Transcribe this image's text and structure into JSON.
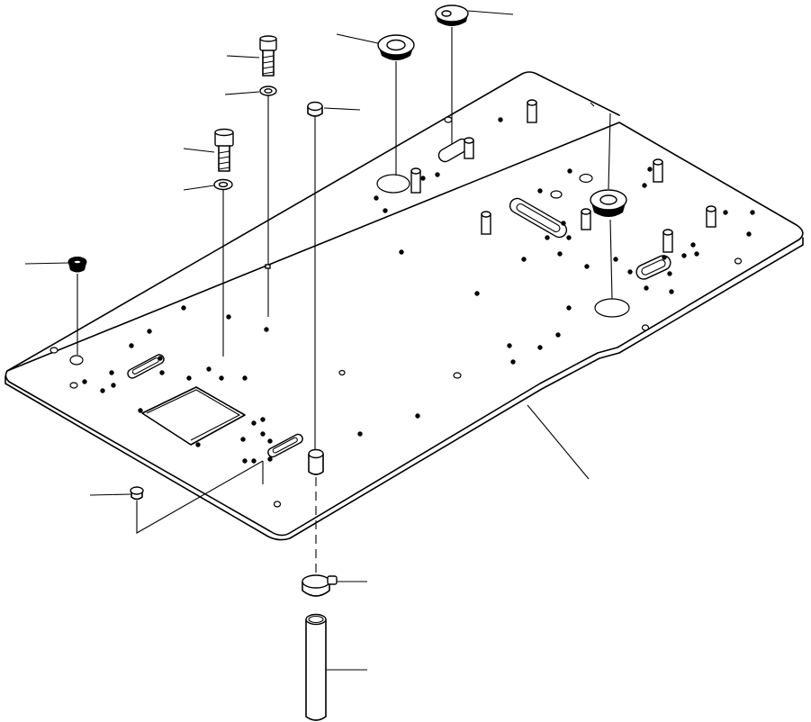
{
  "diagram": {
    "type": "exploded-parts-view",
    "stroke_color": "#000000",
    "background": "#ffffff",
    "parts": [
      {
        "id": "floor-plate"
      },
      {
        "id": "bolt-upper"
      },
      {
        "id": "washer-upper"
      },
      {
        "id": "bolt-lower"
      },
      {
        "id": "washer-lower"
      },
      {
        "id": "grommet-large-left"
      },
      {
        "id": "grommet-oval-top"
      },
      {
        "id": "grommet-large-right"
      },
      {
        "id": "cap-small"
      },
      {
        "id": "knob-left"
      },
      {
        "id": "plug-bottom-left"
      },
      {
        "id": "sleeve"
      },
      {
        "id": "hose-clamp"
      },
      {
        "id": "tube"
      }
    ]
  }
}
